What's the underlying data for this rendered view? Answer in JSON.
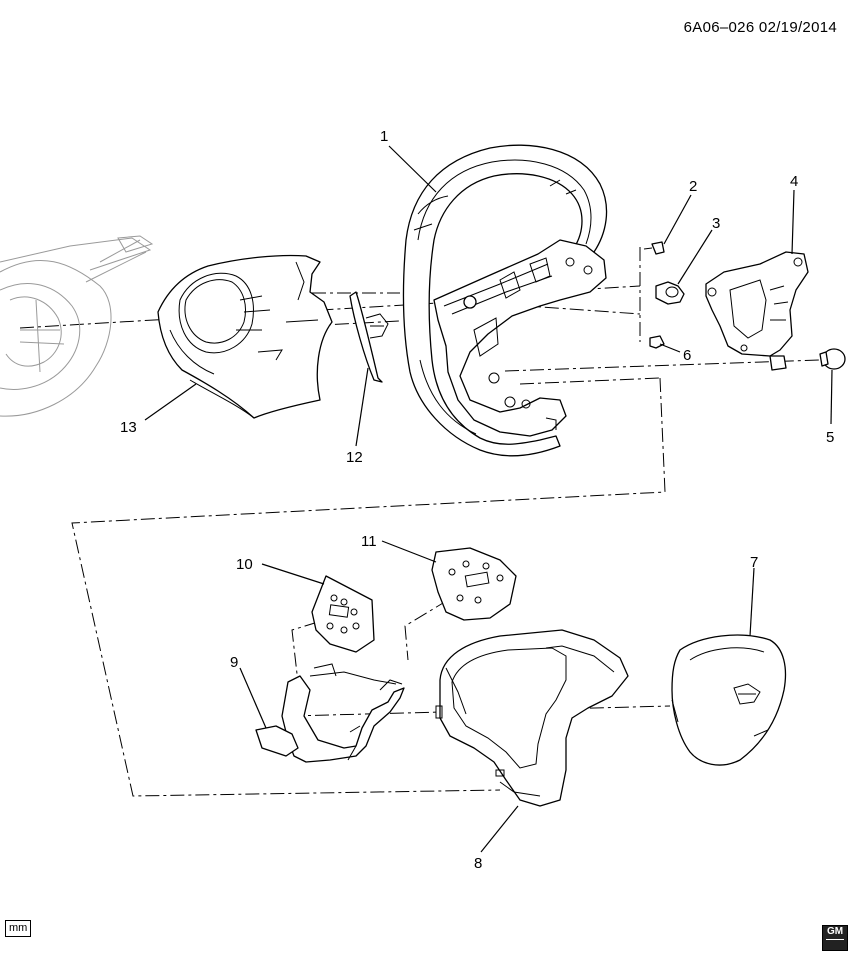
{
  "header": {
    "code": "6A06–026  02/19/2014"
  },
  "callouts": {
    "c1": "1",
    "c2": "2",
    "c3": "3",
    "c4": "4",
    "c5": "5",
    "c6": "6",
    "c7": "7",
    "c8": "8",
    "c9": "9",
    "c10": "10",
    "c11": "11",
    "c12": "12",
    "c13": "13"
  },
  "footer": {
    "unit": "mm",
    "logo": "GM"
  }
}
